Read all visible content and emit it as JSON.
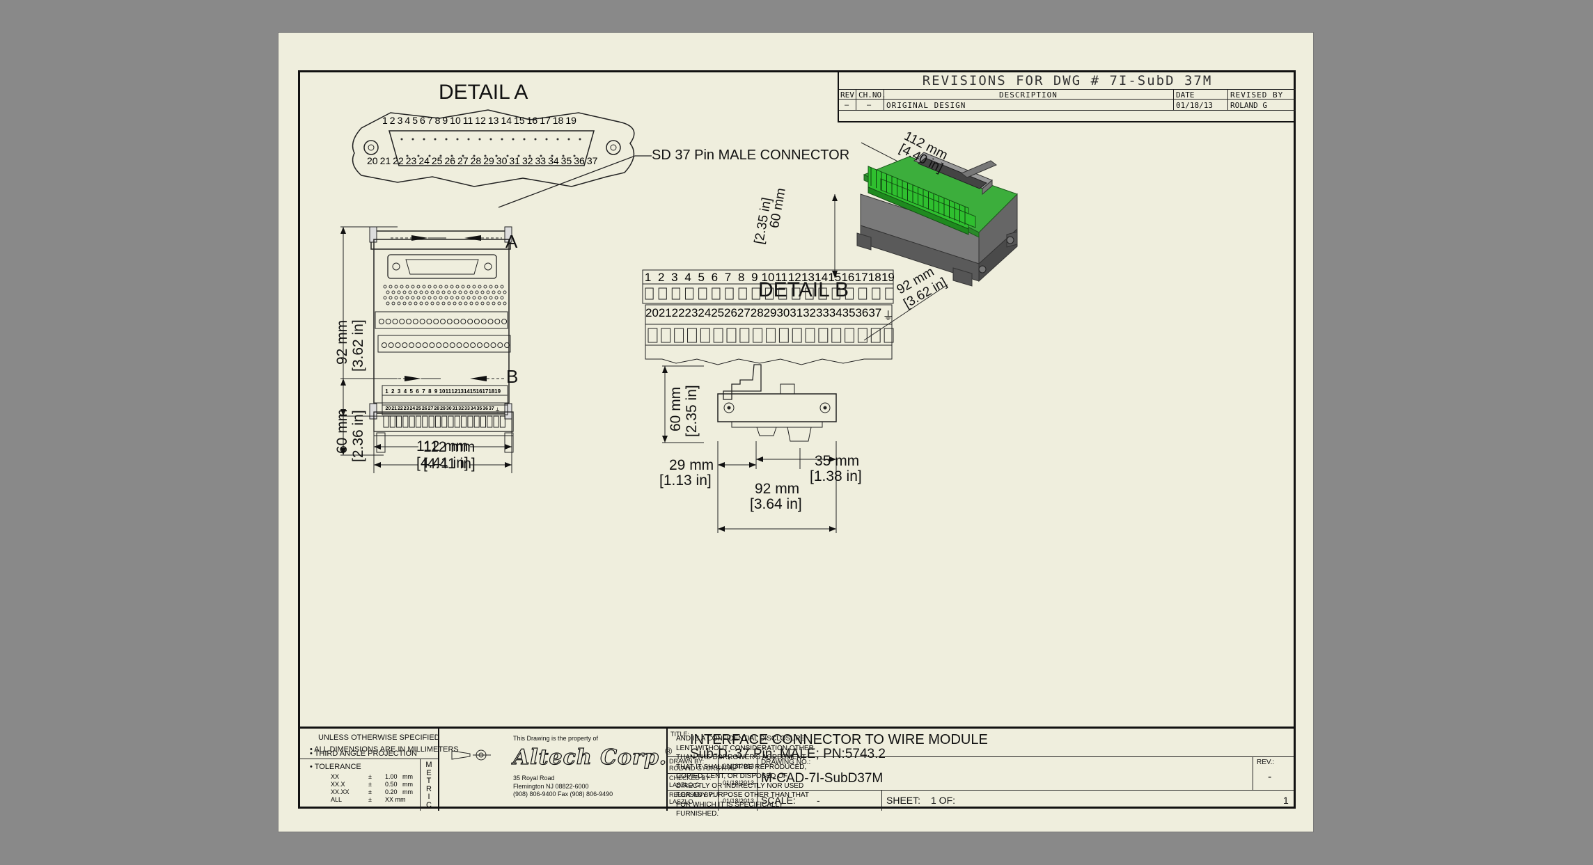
{
  "colors": {
    "background": "#898989",
    "paper": "#efeedd",
    "line": "#111111",
    "pcb": "#3cae3c",
    "housing": "#6e6e6e"
  },
  "revisions": {
    "title": "REVISIONS FOR DWG # 7I-SubD 37M",
    "headers": [
      "REV",
      "CH.NO.",
      "DESCRIPTION",
      "DATE",
      "REVISED BY"
    ],
    "row": [
      "–",
      "–",
      "ORIGINAL DESIGN",
      "01/18/13",
      "ROLAND G"
    ]
  },
  "detail_a": {
    "title": "DETAIL  A",
    "pins_top": [
      "1",
      "2",
      "3",
      "4",
      "5",
      "6",
      "7",
      "8",
      "9",
      "10",
      "11",
      "12",
      "13",
      "14",
      "15",
      "16",
      "17",
      "18",
      "19"
    ],
    "pins_bottom": [
      "20",
      "21",
      "22",
      "23",
      "24",
      "25",
      "26",
      "27",
      "28",
      "29",
      "30",
      "31",
      "32",
      "33",
      "34",
      "35",
      "36",
      "37"
    ],
    "callout": "SD 37 Pin MALE CONNECTOR"
  },
  "detail_b": {
    "title": "DETAIL  B",
    "pins_top": [
      "1",
      "2",
      "3",
      "4",
      "5",
      "6",
      "7",
      "8",
      "9",
      "10",
      "11",
      "12",
      "13",
      "14",
      "15",
      "16",
      "17",
      "18",
      "19"
    ],
    "pins_bottom": [
      "20",
      "21",
      "22",
      "23",
      "24",
      "25",
      "26",
      "27",
      "28",
      "29",
      "30",
      "31",
      "32",
      "33",
      "34",
      "35",
      "36",
      "37"
    ],
    "ground_symbol": "⏚"
  },
  "views": {
    "top": {
      "marker": "A",
      "height_mm": "92 mm",
      "height_in": "[3.62 in]",
      "width_mm": "112 mm",
      "width_in": "[4.41 in]"
    },
    "front": {
      "marker": "B",
      "height_mm": "60 mm",
      "height_in": "[2.36 in]",
      "width_mm": "112 mm",
      "width_in": "[4.41 in]"
    },
    "side": {
      "height_mm": "60 mm",
      "height_in": "[2.35 in]",
      "left_mm": "29 mm",
      "left_in": "[1.13 in]",
      "right_mm": "35 mm",
      "right_in": "[1.38 in]",
      "width_mm": "92 mm",
      "width_in": "[3.64 in]"
    },
    "iso": {
      "length_mm": "112 mm",
      "length_in": "[4.40 in]",
      "height_mm": "60 mm",
      "height_in": "[2.35 in]",
      "depth_mm": "92 mm",
      "depth_in": "[3.62 in]"
    }
  },
  "title_block": {
    "spec": [
      "UNLESS OTHERWISE SPECIFIED",
      "• ALL DIMENSIONS ARE IN MILLIMETERS",
      "• THIRD ANGLE PROJECTION"
    ],
    "tolerance_label": "• TOLERANCE",
    "tolerances": [
      {
        "k": "XX",
        "v": "1.00   mm"
      },
      {
        "k": "XX.X",
        "v": "0.50   mm"
      },
      {
        "k": "XX.XX",
        "v": "0.20   mm"
      },
      {
        "k": "ALL",
        "v": "XX mm"
      }
    ],
    "tol_sign": "±",
    "metric": [
      "M",
      "E",
      "T",
      "R",
      "I",
      "C"
    ],
    "property": "This Drawing is the property of",
    "company": "Altech Corp.",
    "registered": "®",
    "address": [
      "35 Royal Road",
      "Flemington NJ 08822-6000",
      "(908) 806-9400   Fax (908) 806-9490"
    ],
    "confidential": [
      "AND IS A CONFIDENTIAL DISCLOSURE",
      "LENT WITHOUT CONSIDERATION OTHER",
      "THAN THE BORROWER'S AGREEMENT",
      "THAT IT SHALL NOT BE REPRODUCED,",
      "COPIED, LENT, OR DISPOSED OF",
      "DIRECTLY OR INDIRECTLY NOR USED",
      "FOR ANY PURPOSE OTHER THAN THAT",
      "FOR WHICH IT IS SPECIFICALLY",
      "FURNISHED."
    ],
    "title_label": "TITLE:",
    "title": "INTERFACE CONNECTOR TO WIRE MODULE",
    "subtitle": "Sub-D; 37 Pin; MALE; PN:5743.2",
    "drawn_by_label": "DRAWN BY:",
    "drawn_by": "ROLAND GYORGYPAL",
    "drawn_date": "01/18/2013",
    "checked_by_label": "CHECKED BY:",
    "checked_by": "LASZLO G",
    "checked_date": "01/18/2013",
    "released_by_label": "RELEASED BY:",
    "released_by": "LASZLO",
    "released_date": "01/18/2013",
    "drawing_no_label": "DRAWING NO.:",
    "drawing_no": "M-CAD-7I-SubD37M",
    "rev_label": "REV.:",
    "rev": "-",
    "scale_label": "SCALE:",
    "scale": "-",
    "sheet_label": "SHEET:",
    "sheet": "1 OF:",
    "sheet_total": "1"
  }
}
